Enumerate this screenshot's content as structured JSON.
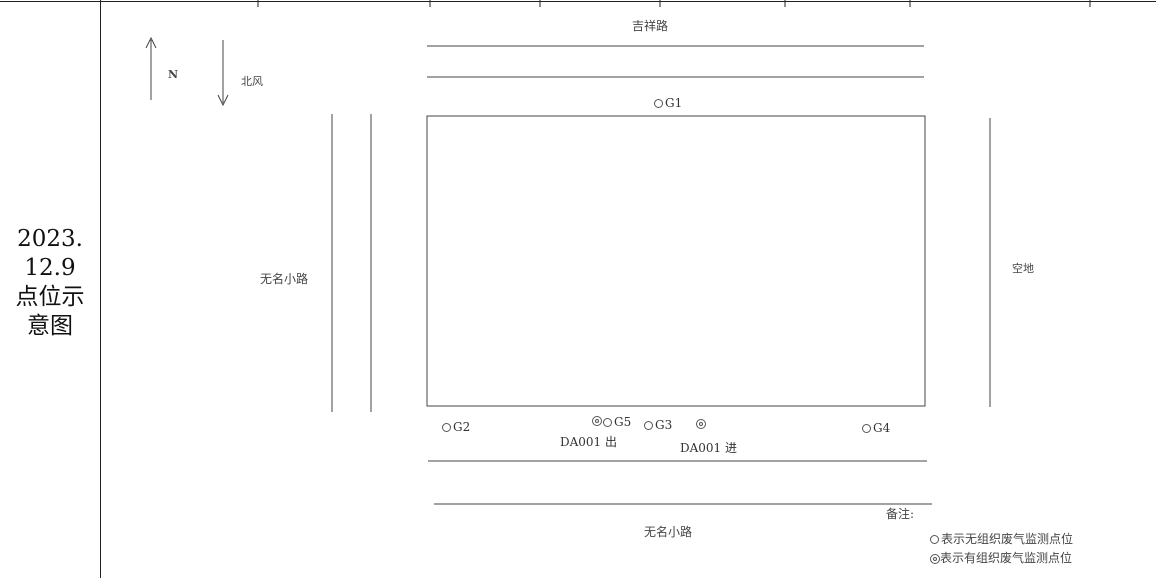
{
  "row_label": [
    "2023.",
    "12.9",
    "点位示",
    "意图"
  ],
  "compass": {
    "north": "N",
    "wind": "北风"
  },
  "roads": {
    "top": "吉祥路",
    "left": "无名小路",
    "bottom": "无名小路"
  },
  "right_area": "空地",
  "points": {
    "g1": "G1",
    "g2": "G2",
    "g3": "G3",
    "g4": "G4",
    "g5": "G5",
    "da_out": "DA001 出",
    "da_in": "DA001 进"
  },
  "legend": {
    "title": "备注:",
    "unorganized": "表示无组织废气监测点位",
    "organized": "表示有组织废气监测点位"
  }
}
